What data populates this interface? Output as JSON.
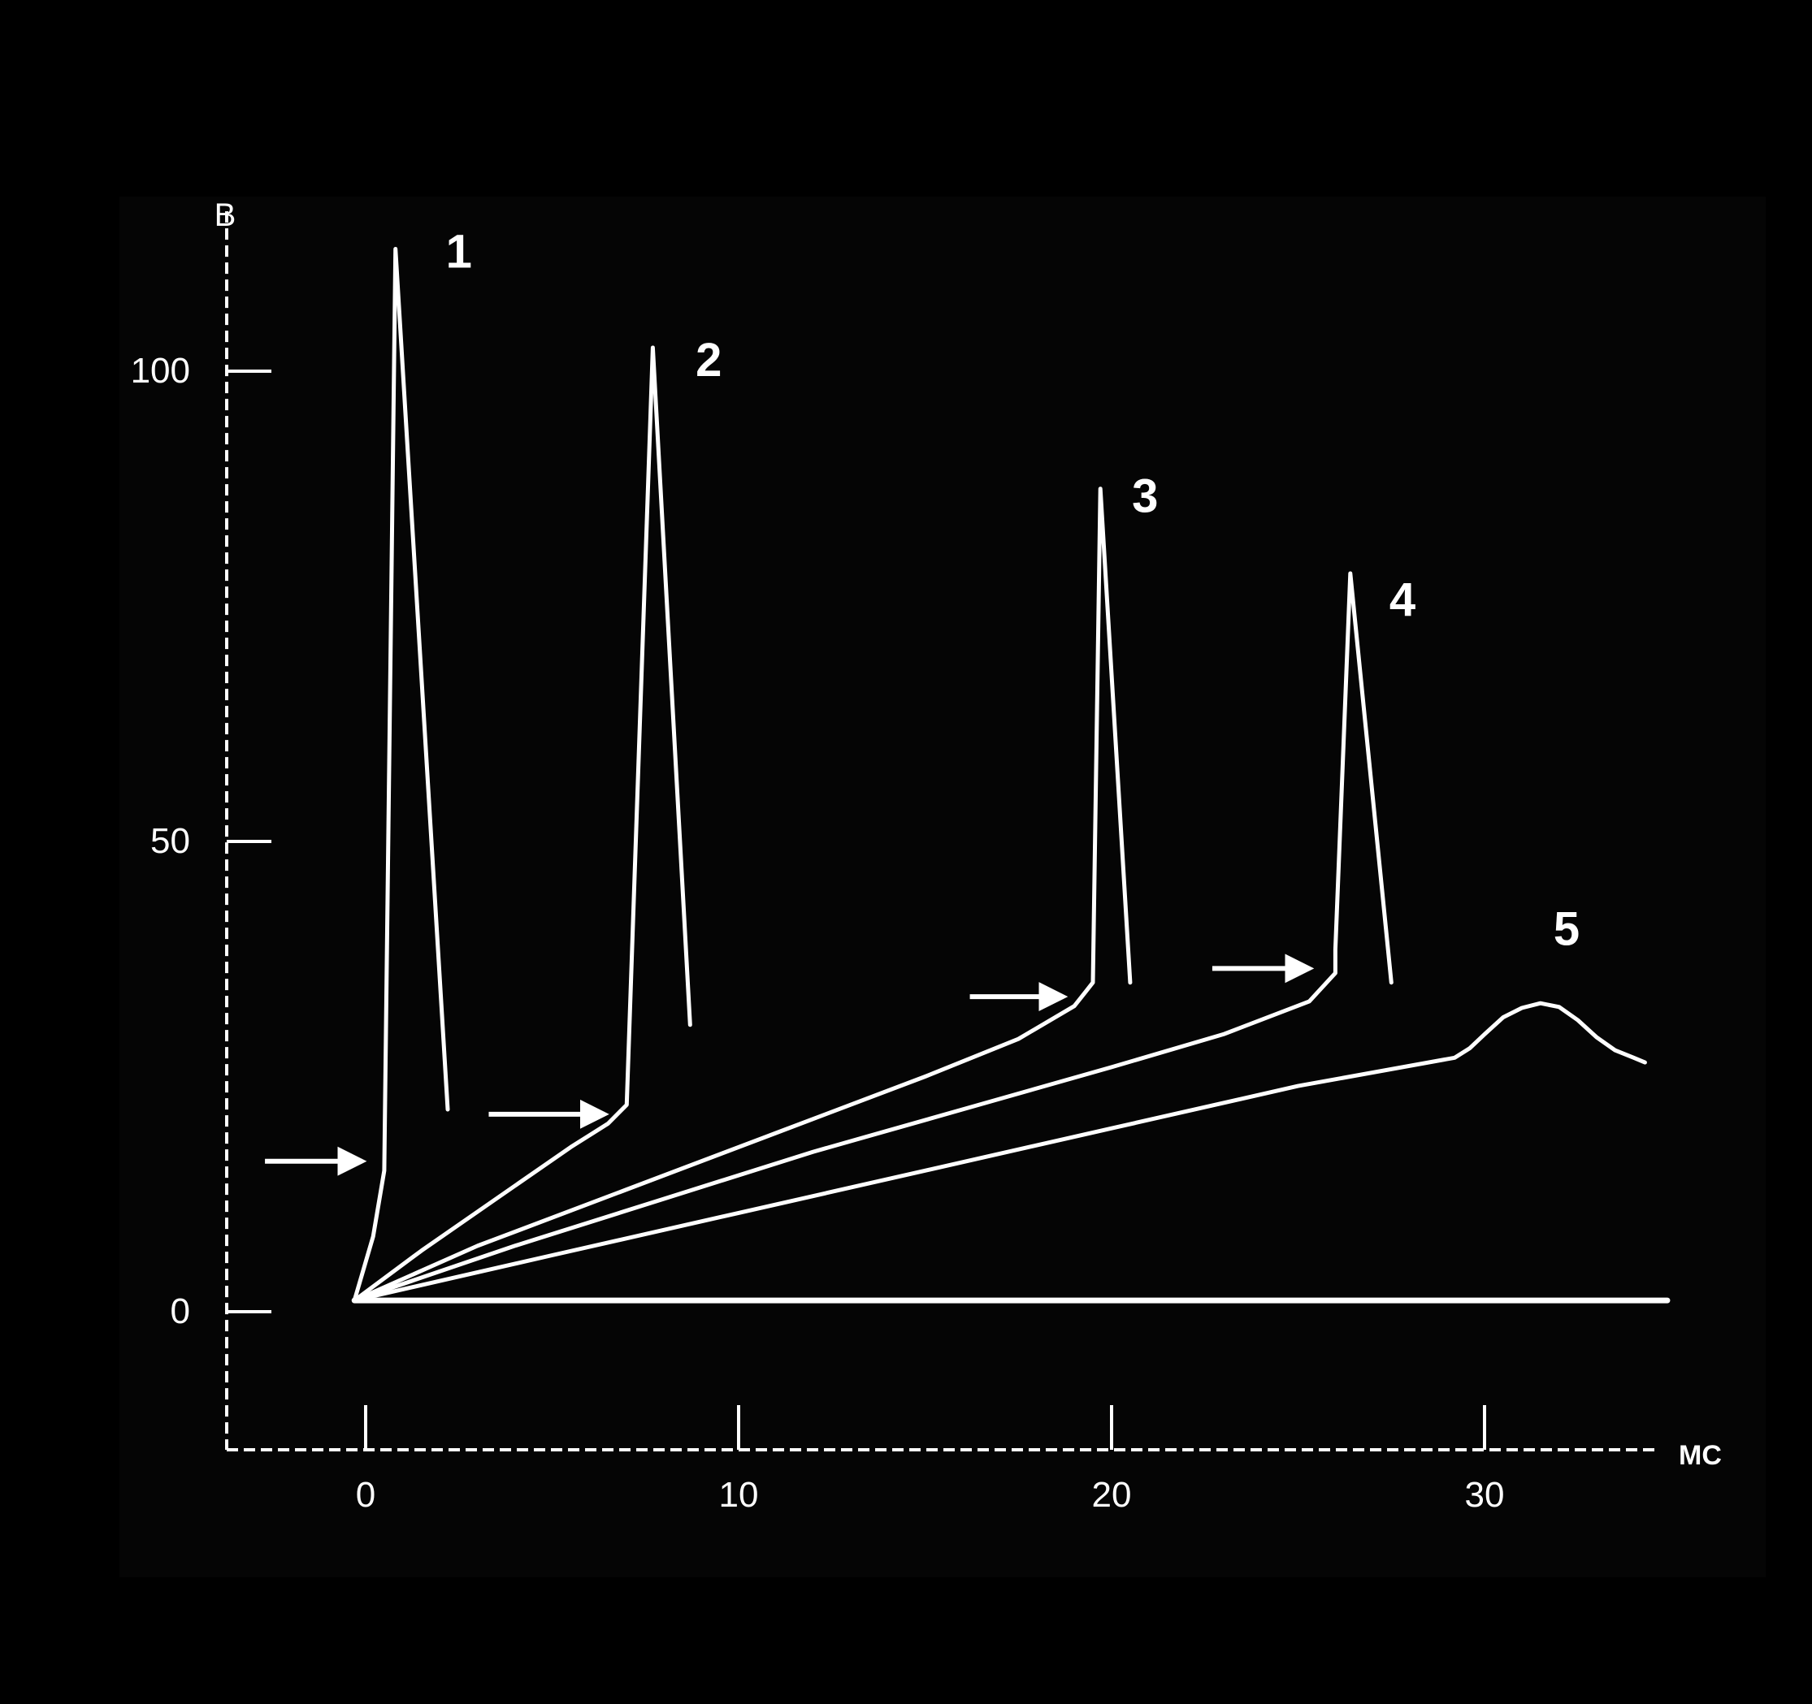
{
  "chart_data": {
    "type": "line",
    "xlabel": "MC",
    "ylabel": "B",
    "xlim": [
      -3.8,
      34.5
    ],
    "ylim": [
      -14,
      117
    ],
    "x_ticks": [
      0,
      10,
      20,
      30
    ],
    "x_tick_labels": [
      "0",
      "10",
      "20",
      "30"
    ],
    "y_ticks": [
      0,
      50,
      100
    ],
    "y_tick_labels": [
      "0",
      "50",
      "100"
    ],
    "grid": false,
    "legend": "none",
    "colors": {
      "background": "#000000",
      "frame": "#050505",
      "foreground": "#ffffff"
    },
    "baseline": {
      "x": [
        -0.3,
        34.9
      ],
      "y": [
        1.2,
        1.2
      ]
    },
    "series": [
      {
        "label": "1",
        "x": [
          -0.3,
          0.2,
          0.5,
          0.8,
          2.2
        ],
        "y": [
          1.2,
          8.0,
          15.0,
          113.0,
          21.5
        ],
        "label_at": [
          2.5,
          111.0
        ],
        "arrow": {
          "x": [
            -2.7,
            -0.1
          ],
          "y": [
            16.0,
            16.0
          ]
        }
      },
      {
        "label": "2",
        "x": [
          -0.3,
          1.5,
          3.5,
          5.5,
          6.5,
          7.0,
          7.7,
          8.7
        ],
        "y": [
          1.2,
          6.5,
          12.0,
          17.5,
          20.0,
          22.0,
          102.5,
          30.5
        ],
        "label_at": [
          9.2,
          99.5
        ],
        "arrow": {
          "x": [
            3.3,
            6.4
          ],
          "y": [
            21.0,
            21.0
          ]
        }
      },
      {
        "label": "3",
        "x": [
          -0.3,
          3.0,
          7.0,
          11.0,
          15.0,
          17.5,
          19.0,
          19.3,
          19.5,
          19.7,
          20.5
        ],
        "y": [
          1.2,
          7.0,
          13.0,
          19.0,
          25.0,
          29.0,
          32.5,
          34.0,
          35.0,
          87.5,
          35.0
        ],
        "label_at": [
          20.9,
          85.0
        ],
        "arrow": {
          "x": [
            16.2,
            18.7
          ],
          "y": [
            33.5,
            33.5
          ]
        }
      },
      {
        "label": "4",
        "x": [
          -0.3,
          4.0,
          8.0,
          12.0,
          16.0,
          20.0,
          23.0,
          25.3,
          26.0,
          26.0,
          26.4,
          27.5
        ],
        "y": [
          1.2,
          7.0,
          12.0,
          17.0,
          21.5,
          26.0,
          29.5,
          33.0,
          36.0,
          38.5,
          78.5,
          35.0
        ],
        "label_at": [
          27.8,
          74.0
        ],
        "arrow": {
          "x": [
            22.7,
            25.3
          ],
          "y": [
            36.5,
            36.5
          ]
        }
      },
      {
        "label": "5",
        "x": [
          -0.3,
          5.0,
          10.0,
          15.0,
          20.0,
          25.0,
          29.2,
          29.6,
          30.0,
          30.5,
          31.0,
          31.5,
          32.0,
          32.5,
          33.0,
          33.5,
          34.0,
          34.3
        ],
        "y": [
          1.2,
          6.0,
          10.5,
          15.0,
          19.5,
          24.0,
          27.0,
          28.0,
          29.5,
          31.3,
          32.3,
          32.8,
          32.4,
          31.0,
          29.2,
          27.8,
          27.0,
          26.5
        ],
        "label_at": [
          32.2,
          39.0
        ],
        "arrow": null
      }
    ]
  }
}
